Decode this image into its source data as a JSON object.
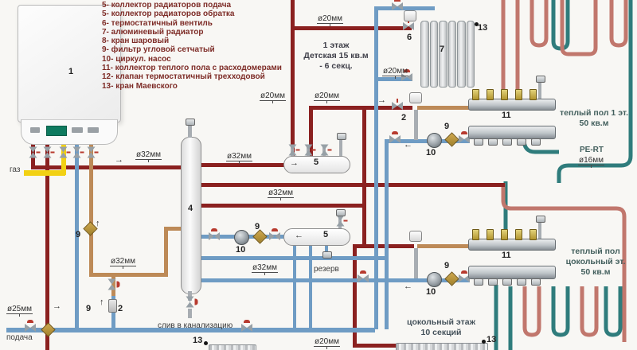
{
  "legend": {
    "items": [
      "5- коллектор радиаторов подача",
      "5- коллектор радиаторов обратка",
      "6- термостатичный вентиль",
      "7- алюминевый радиатор",
      "8- кран шаровый",
      "9- фильтр угловой сетчатый",
      "10- циркул. насос",
      "11- коллектор теплого пола с расходомерами",
      "12- клапан термостатичный трехходовой",
      "13- кран Маевского"
    ]
  },
  "pipe_labels": {
    "d16": "ø16мм",
    "d20": "ø20мм",
    "d25": "ø25мм",
    "d32": "ø32мм",
    "material": "PE-RT"
  },
  "texts": {
    "gas": "газ",
    "supply": "подача",
    "drain": "слив в канализацию",
    "reserve": "резерв",
    "room1": {
      "l1": "1 этаж",
      "l2": "Детская 15 кв.м",
      "l3": "- 6 секц."
    },
    "ufh1": {
      "l1": "теплый пол 1 эт.",
      "l2": "50 кв.м"
    },
    "ufh2": {
      "l1": "теплый пол",
      "l2": "цокольный эт.",
      "l3": "50 кв.м"
    },
    "basement": {
      "l1": "цокольный этаж",
      "l2": "10 секций"
    }
  },
  "numbers": {
    "n1": "1",
    "n2": "2",
    "n4": "4",
    "n5": "5",
    "n6": "6",
    "n7": "7",
    "n9": "9",
    "n10": "10",
    "n11": "11",
    "n13": "13"
  },
  "icons": {
    "arrow_right": "→",
    "arrow_left": "←",
    "arrow_up": "↑"
  },
  "colors": {
    "pipe_supply": "#8b2120",
    "pipe_return": "#6f9cc4",
    "pipe_gas": "#f2d114",
    "pipe_boiler_return": "#bd8a57",
    "coil_warm": "#c1776d",
    "coil_cool": "#2f7c7c",
    "legend_text": "#7d2b26"
  }
}
